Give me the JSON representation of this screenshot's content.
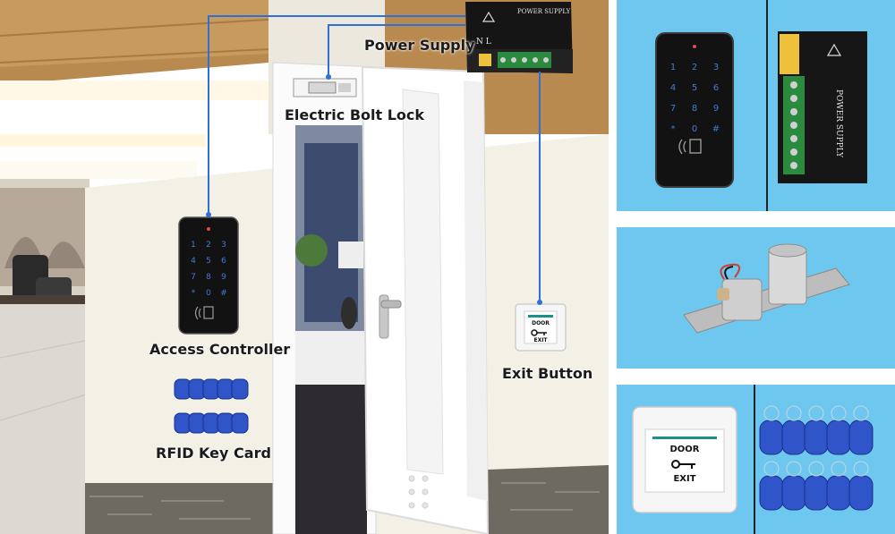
{
  "labels": {
    "power_supply": "Power Supply",
    "electric_bolt_lock": "Electric Bolt Lock",
    "access_controller": "Access Controller",
    "rfid_key_card": "RFID Key Card",
    "exit_button": "Exit Button"
  },
  "device_text": {
    "power_supply_title": "POWER SUPPLY",
    "power_supply_terminals": "N L",
    "exit_plate_top": "DOOR",
    "exit_plate_bottom": "EXIT"
  },
  "keypad_keys": [
    "1",
    "2",
    "3",
    "4",
    "5",
    "6",
    "7",
    "8",
    "9",
    "*",
    "0",
    "#"
  ],
  "colors": {
    "wire": "#2f6fd6",
    "panel_bg": "#6ec7ee",
    "keypad_body": "#121212",
    "keypad_digit": "#3e7bd6",
    "rfid_tag": "#2f55c9",
    "wall": "#f2efe4",
    "ceiling_wood": "#b88b52",
    "floor": "#dcd8d0",
    "stone": "#6f6a62"
  },
  "icons": {
    "key": "key-icon",
    "rfid": "rfid-icon",
    "warning": "warning-triangle-icon",
    "door_handle": "door-handle-icon"
  }
}
